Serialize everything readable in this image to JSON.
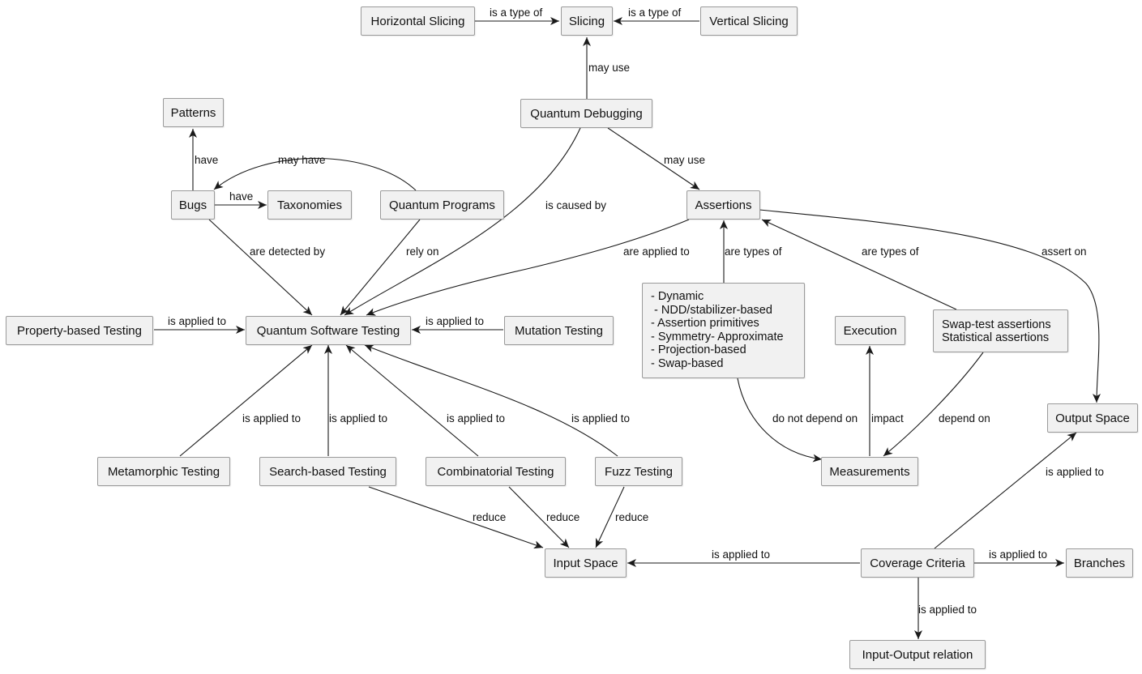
{
  "nodes": {
    "horizontal_slicing": "Horizontal Slicing",
    "slicing": "Slicing",
    "vertical_slicing": "Vertical Slicing",
    "patterns": "Patterns",
    "quantum_debugging": "Quantum Debugging",
    "bugs": "Bugs",
    "taxonomies": "Taxonomies",
    "quantum_programs": "Quantum Programs",
    "assertions": "Assertions",
    "property_based_testing": "Property-based Testing",
    "quantum_software_testing": "Quantum Software Testing",
    "mutation_testing": "Mutation Testing",
    "assertion_types": "- Dynamic\n - NDD/stabilizer-based\n- Assertion primitives\n- Symmetry- Approximate\n- Projection-based\n- Swap-based",
    "execution": "Execution",
    "swap_test_assertions": "Swap-test assertions\nStatistical assertions",
    "output_space": "Output Space",
    "metamorphic_testing": "Metamorphic Testing",
    "search_based_testing": "Search-based Testing",
    "combinatorial_testing": "Combinatorial Testing",
    "fuzz_testing": "Fuzz Testing",
    "measurements": "Measurements",
    "input_space": "Input Space",
    "coverage_criteria": "Coverage Criteria",
    "branches": "Branches",
    "input_output_relation": "Input-Output relation"
  },
  "edges": {
    "horizontal_is_type": "is a type of",
    "vertical_is_type": "is a type of",
    "debugging_may_use_slicing": "may use",
    "bugs_have_patterns": "have",
    "programs_may_have_bugs": "may have",
    "bugs_have_taxonomies": "have",
    "debugging_may_use_assertions": "may use",
    "debugging_caused_by": "is caused by",
    "bugs_detected_by": "are detected by",
    "programs_rely_on": "rely on",
    "assertions_applied_to": "are applied to",
    "assertion_types_types_of": "are types of",
    "swap_types_of": "are types of",
    "assertions_assert_on": "assert on",
    "property_applied_to": "is applied to",
    "mutation_applied_to": "is applied to",
    "metamorphic_applied_to": "is applied to",
    "search_applied_to": "is applied to",
    "combinatorial_applied_to": "is applied to",
    "fuzz_applied_to": "is applied to",
    "not_depend_on": "do not depend on",
    "impact": "impact",
    "depend_on": "depend on",
    "coverage_applied_output": "is applied to",
    "search_reduce": "reduce",
    "combinatorial_reduce": "reduce",
    "fuzz_reduce": "reduce",
    "coverage_applied_input": "is applied to",
    "coverage_applied_branches": "is applied to",
    "coverage_applied_io": "is applied to"
  },
  "colors": {
    "node_fill": "#f1f1f1",
    "node_border": "#9a9a9a",
    "edge": "#1a1a1a"
  }
}
